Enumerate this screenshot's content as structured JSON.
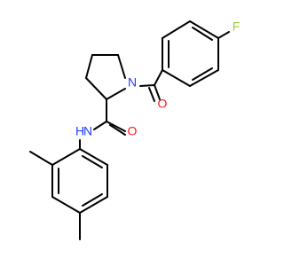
{
  "molecule": {
    "atoms": [
      {
        "symbol": "F",
        "color": "#9acd32"
      },
      {
        "symbol": "N",
        "color": "#1f3bff"
      },
      {
        "symbol": "O",
        "color": "#ff1a1a"
      },
      {
        "symbol": "O",
        "color": "#ff1a1a"
      },
      {
        "symbol": "N",
        "hydrogen": "H",
        "color": "#1f3bff"
      }
    ]
  }
}
